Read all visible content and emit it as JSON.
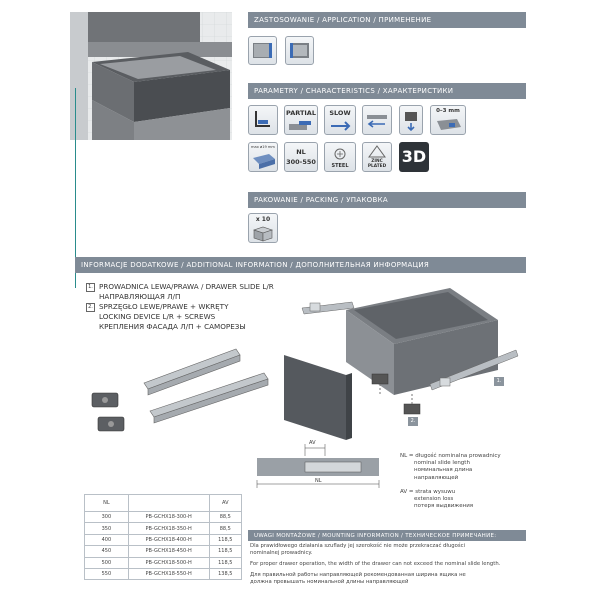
{
  "sections": {
    "application": "ZASTOSOWANIE / APPLICATION / ПРИМЕНЕНИЕ",
    "parameters": "PARAMETRY / CHARACTERISTICS / ХАРАКТЕРИСТИКИ",
    "packing": "PAKOWANIE / PACKING / УПАКОВКА",
    "additional": "INFORMACJE DODATKOWE / ADDITIONAL INFORMATION / ДОПОЛНИТЕЛЬНАЯ ИНФОРМАЦИЯ"
  },
  "params": {
    "partial": "PARTIAL",
    "slow": "SLOW",
    "weight": "0–3 mm",
    "max_label": "max ø19 mm",
    "nl_label": "NL",
    "nl_range": "300-550",
    "steel": "STEEL",
    "zinc": "ZINC PLATED",
    "three_d": "3D"
  },
  "packing": {
    "qty": "x 10"
  },
  "items": [
    {
      "num": "1.",
      "line1": "PROWADNICA LEWA/PRAWA / DRAWER SLIDE L/R",
      "line2": "НАПРАВЛЯЮЩАЯ Л/П"
    },
    {
      "num": "2.",
      "line1": "SPRZĘGŁO LEWE/PRAWE + WKRĘTY",
      "line2": "LOCKING DEVICE L/R + SCREWS",
      "line3": "КРЕПЛЕНИЯ ФАСАДА Л/П + САМОРЕЗЫ"
    }
  ],
  "callouts": {
    "one": "1.",
    "two": "2."
  },
  "diagram": {
    "av": "AV",
    "nl": "NL"
  },
  "legend": {
    "nl_line1": "NL = długość nominalna prowadnicy",
    "nl_line2": "nominal slide length",
    "nl_line3": "номинальная длина",
    "nl_line4": "направляющей",
    "av_line1": "AV = strata wysuwu",
    "av_line2": "extension loss",
    "av_line3": "потеря выдвижения"
  },
  "table": {
    "col_nl": "NL",
    "col_av": "AV",
    "rows": [
      {
        "nl": "300",
        "code": "PB-GCHX18-300-H",
        "av": "88,5"
      },
      {
        "nl": "350",
        "code": "PB-GCHX18-350-H",
        "av": "88,5"
      },
      {
        "nl": "400",
        "code": "PB-GCHX18-400-H",
        "av": "118,5"
      },
      {
        "nl": "450",
        "code": "PB-GCHX18-450-H",
        "av": "118,5"
      },
      {
        "nl": "500",
        "code": "PB-GCHX18-500-H",
        "av": "118,5"
      },
      {
        "nl": "550",
        "code": "PB-GCHX18-550-H",
        "av": "138,5"
      }
    ]
  },
  "mounting": {
    "title": "UWAGI MONTAŻOWE / MOUNTING INFORMATION / ТЕХНИЧЕСКОЕ ПРИМЕЧАНИЕ:",
    "pl1": "Dla prawidłowego działania szuflady jej szerokość nie może przekraczać długości",
    "pl2": "nominalnej prowadnicy.",
    "en": "For proper drawer operation, the width of the drawer can not exceed the nominal slide length.",
    "ru1": "Для правильной работы направляющей рекомендованная ширина ящика не",
    "ru2": "должна превышать  номинальной длины направляющей"
  }
}
